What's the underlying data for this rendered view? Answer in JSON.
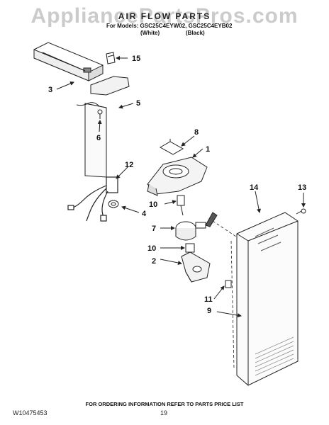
{
  "watermark": "AppliancePartsPros.com",
  "header": {
    "title": "AIR FLOW PARTS",
    "models_line": "For Models: GSC25C4EYW02, GSC25C4EYB02",
    "variant_white": "(White)",
    "variant_black": "(Black)"
  },
  "callouts": {
    "c1": "1",
    "c2": "2",
    "c3": "3",
    "c4": "4",
    "c5": "5",
    "c6": "6",
    "c7": "7",
    "c8": "8",
    "c9": "9",
    "c10a": "10",
    "c10b": "10",
    "c11": "11",
    "c12": "12",
    "c13": "13",
    "c14": "14",
    "c15": "15"
  },
  "footer": {
    "order_info": "FOR ORDERING INFORMATION REFER TO PARTS PRICE LIST",
    "doc_number": "W10475453",
    "page_number": "19"
  }
}
